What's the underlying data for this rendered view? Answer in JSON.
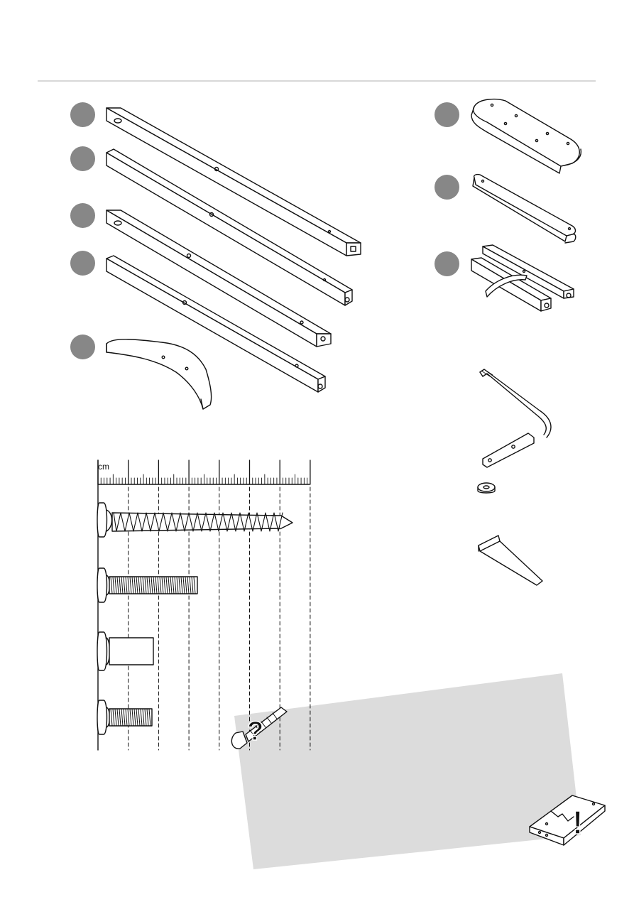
{
  "ruler": {
    "unit_label": "cm"
  },
  "parts_left": [
    {
      "name": "long-rail-1"
    },
    {
      "name": "long-rail-2"
    },
    {
      "name": "long-rail-3"
    },
    {
      "name": "long-rail-4"
    },
    {
      "name": "curved-leg"
    }
  ],
  "parts_right": [
    {
      "name": "oval-board"
    },
    {
      "name": "short-slat"
    },
    {
      "name": "frame-with-strap"
    }
  ],
  "hardware": [
    {
      "name": "wood-screw"
    },
    {
      "name": "long-bolt"
    },
    {
      "name": "barrel-nut"
    },
    {
      "name": "short-bolt"
    }
  ],
  "tools": [
    {
      "name": "hook-bolt"
    },
    {
      "name": "washer"
    },
    {
      "name": "allen-key"
    }
  ],
  "colors": {
    "part_circle": "#878787",
    "notice_panel": "#dcdcdc",
    "line": "#111111"
  }
}
